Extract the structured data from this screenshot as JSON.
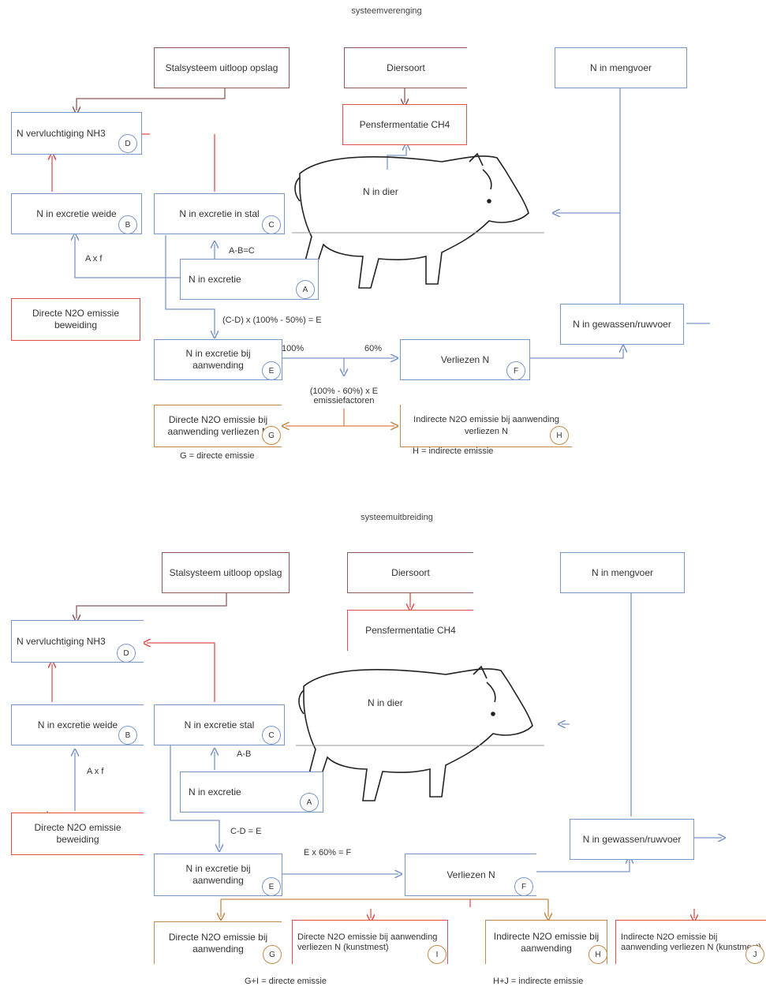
{
  "top": {
    "title": "systeemverenging",
    "boxes": {
      "stalsysteem": "Stalsysteem uitloop opslag",
      "diersoort": "Diersoort",
      "n_mengvoer": "N in mengvoer",
      "pensfermentatie": "Pensfermentatie CH4",
      "vervluchtiging": "N vervluchtiging NH3",
      "n_dier": "N in dier",
      "excretie_weide": "N in excretie weide",
      "excretie_stal": "N in excretie in stal",
      "excretie": "N in excretie",
      "directe_beweiding": "Directe N2O emissie beweiding",
      "gewassen": "N in gewassen/ruwvoer",
      "aanwending": "N in excretie bij aanwending",
      "verliezen": "Verliezen N",
      "directe_aanwending": "Directe N2O emissie bij aanwending verliezen N",
      "indirecte_aanwending": "Indirecte N2O emissie bij aanwending verliezen N"
    },
    "badges": {
      "D": "D",
      "B": "B",
      "C": "C",
      "A": "A",
      "E": "E",
      "F": "F",
      "G": "G",
      "H": "H"
    },
    "labels": {
      "a_x": "A x f",
      "a_b_c": "A-B=C",
      "formula_e": "(C-D) x (100% - 50%) = E",
      "pct100": "100%",
      "pct60": "60%",
      "emissiefactoren": "(100% - 60%) x E emissiefactoren",
      "g_label": "G = directe emissie",
      "h_label": "H = indirecte emissie"
    }
  },
  "bottom": {
    "title": "systeemuitbreiding",
    "boxes": {
      "stalsysteem": "Stalsysteem uitloop opslag",
      "diersoort": "Diersoort",
      "n_mengvoer": "N in mengvoer",
      "pensfermentatie": "Pensfermentatie CH4",
      "vervluchtiging": "N vervluchtiging NH3",
      "n_dier": "N in dier",
      "excretie_weide": "N in excretie weide",
      "excretie_stal": "N in excretie stal",
      "excretie": "N in excretie",
      "directe_beweiding": "Directe N2O emissie beweiding",
      "gewassen": "N in gewassen/ruwvoer",
      "aanwending": "N in excretie bij aanwending",
      "verliezen": "Verliezen N",
      "directe_aanwending": "Directe N2O emissie bij aanwending",
      "directe_kunstmest": "Directe N2O emissie bij aanwending verliezen N (kunstmest)",
      "indirecte_aanwending": "Indirecte N2O emissie bij aanwending",
      "indirecte_kunstmest": "Indirecte N2O emissie bij aanwending verliezen N (kunstmest)"
    },
    "badges": {
      "D": "D",
      "B": "B",
      "C": "C",
      "A": "A",
      "E": "E",
      "F": "F",
      "G": "G",
      "I": "I",
      "H": "H",
      "J": "J"
    },
    "labels": {
      "a_x": "A x f",
      "a_b": "A-B",
      "c_d_e": "C-D = E",
      "e_60_f": "E x 60% = F",
      "gi_label": "G+I = directe emissie",
      "hj_label": "H+J = indirecte emissie"
    }
  }
}
